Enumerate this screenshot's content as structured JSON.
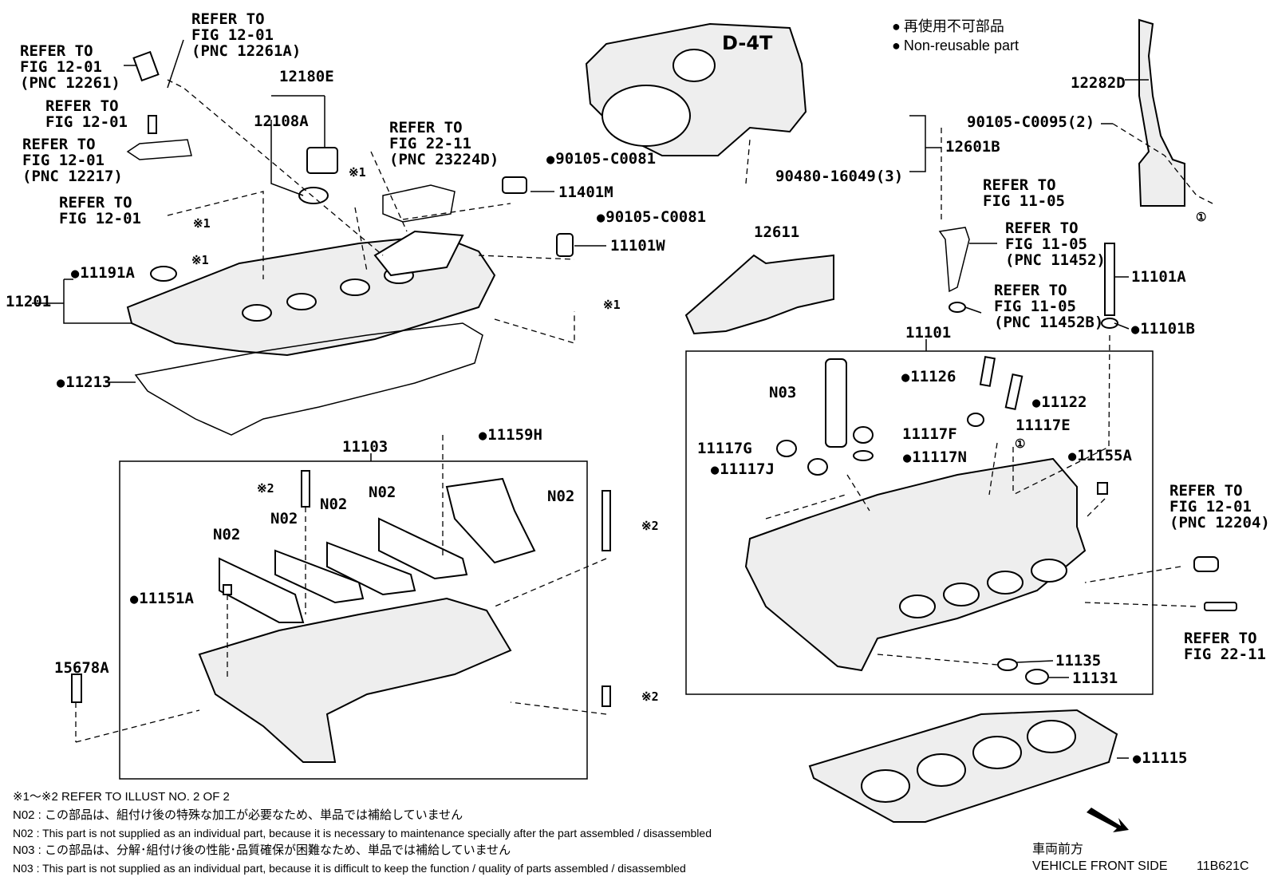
{
  "legend": {
    "jp": "再使用不可部品",
    "en": "Non-reusable part"
  },
  "labels": {
    "refer_12261": [
      "REFER TO",
      "FIG 12-01",
      "(PNC 12261)"
    ],
    "refer_12261a": [
      "REFER TO",
      "FIG 12-01",
      "(PNC 12261A)"
    ],
    "refer_bolt": [
      "REFER TO",
      "FIG 12-01"
    ],
    "refer_12217": [
      "REFER TO",
      "FIG 12-01",
      "(PNC 12217)"
    ],
    "refer_oring": [
      "REFER TO",
      "FIG 12-01"
    ],
    "refer_23224d": [
      "REFER TO",
      "FIG 22-11",
      "(PNC 23224D)"
    ],
    "refer_1105a": [
      "REFER TO",
      "FIG 11-05"
    ],
    "refer_11452": [
      "REFER TO",
      "FIG 11-05",
      "(PNC 11452)"
    ],
    "refer_11452b": [
      "REFER TO",
      "FIG 11-05",
      "(PNC 11452B)"
    ],
    "refer_12204": [
      "REFER TO",
      "FIG 12-01",
      "(PNC 12204)"
    ],
    "refer_2211": [
      "REFER TO",
      "FIG 22-11"
    ],
    "p12180E": "12180E",
    "p12108A": "12108A",
    "p11191A": "11191A",
    "p11201": "11201",
    "p11213": "11213",
    "p11401M": "11401M",
    "p90105_c0081_a": "90105-C0081",
    "p90105_c0081_b": "90105-C0081",
    "p11101W": "11101W",
    "p12601B": "12601B",
    "p90480": "90480-16049(3)",
    "p12282D": "12282D",
    "p90105_c0095": "90105-C0095(2)",
    "p12611": "12611",
    "p11101A": "11101A",
    "p11101B": "11101B",
    "p11101": "11101",
    "p11103": "11103",
    "p11159H": "11159H",
    "pN03": "N03",
    "p11126": "11126",
    "p11122": "11122",
    "p11117F": "11117F",
    "p11117E": "11117E",
    "p11117G": "11117G",
    "p11117J": "11117J",
    "p11117N": "11117N",
    "p11155A": "11155A",
    "p11135": "11135",
    "p11131": "11131",
    "p11115": "11115",
    "p11151A": "11151A",
    "p15678A": "15678A",
    "n02_a": "N02",
    "n02_b": "N02",
    "n02_c": "N02",
    "n02_d": "N02",
    "n02_e": "N02",
    "ref1_a": "※1",
    "ref1_b": "※1",
    "ref1_c": "※1",
    "ref1_d": "※1",
    "ref2_a": "※2",
    "ref2_b": "※2",
    "ref2_c": "※2",
    "circle1_a": "①",
    "circle1_b": "①"
  },
  "notes": [
    "※1～※2  REFER TO ILLUST NO. 2 OF 2",
    "N02 : この部品は、組付け後の特殊な加工が必要なため、単品では補給していません",
    "N02 : This part is not supplied as an individual part, because it is necessary to maintenance specially after the part assembled / disassembled",
    "N03 : この部品は、分解･組付け後の性能･品質確保が困難なため、単品では補給していません",
    "N03 : This part is not supplied as an individual part, because it is difficult to keep the function / quality of parts  assembled / disassembled"
  ],
  "front": {
    "jp": "車両前方",
    "en": "VEHICLE FRONT SIDE",
    "code": "11B621C"
  },
  "cover_logo": "D-4T"
}
